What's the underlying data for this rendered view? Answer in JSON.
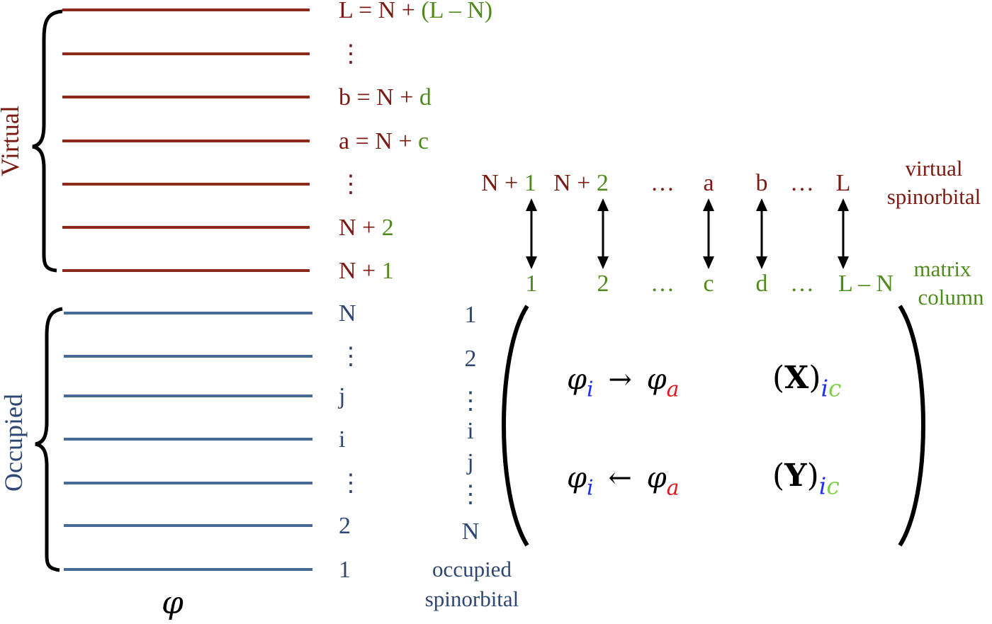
{
  "colors": {
    "virtual": "#7b1a12",
    "occupied": "#2e4672",
    "column": "#4f8a1c",
    "virtual_line": "#8b2a1c",
    "occupied_line": "#4a6a96"
  },
  "brace_labels": {
    "virtual": "Virtual",
    "occupied": "Occupied"
  },
  "phi_label": "φ",
  "virtual_levels": [
    {
      "left": "L = N + ",
      "right": "(L – N)"
    },
    {
      "left": "⋮",
      "right": ""
    },
    {
      "left": "b = N + ",
      "right": "d"
    },
    {
      "left": "a = N + ",
      "right": "c"
    },
    {
      "left": "⋮",
      "right": ""
    },
    {
      "left": "N + ",
      "right": "2"
    },
    {
      "left": "N + ",
      "right": "1"
    }
  ],
  "occupied_levels": [
    "N",
    "⋮",
    "j",
    "i",
    "⋮",
    "2",
    "1"
  ],
  "virtual_header": [
    {
      "left": "N + ",
      "right": "1"
    },
    {
      "left": "N + ",
      "right": "2"
    },
    {
      "left": "…",
      "right": ""
    },
    {
      "left": "a",
      "right": ""
    },
    {
      "left": "b",
      "right": ""
    },
    {
      "left": "…",
      "right": ""
    },
    {
      "left": "L",
      "right": ""
    }
  ],
  "column_header": [
    "1",
    "2",
    "…",
    "c",
    "d",
    "…",
    "L – N"
  ],
  "header_labels": {
    "virtual_1": "virtual",
    "virtual_2": "spinorbital",
    "column_1": "matrix",
    "column_2": "column",
    "occupied_1": "occupied",
    "occupied_2": "spinorbital"
  },
  "row_index": [
    "1",
    "2",
    "⋮",
    "i",
    "j",
    "⋮",
    "N"
  ],
  "matrix": {
    "row1": {
      "phi": "φ",
      "i": "i",
      "arrow": "→",
      "phi2": "φ",
      "a": "a",
      "M": "X",
      "ic_i": "i",
      "ic_c": "c"
    },
    "row2": {
      "phi": "φ",
      "i": "i",
      "arrow": "←",
      "phi2": "φ",
      "a": "a",
      "M": "Y",
      "ic_i": "i",
      "ic_c": "c"
    }
  }
}
